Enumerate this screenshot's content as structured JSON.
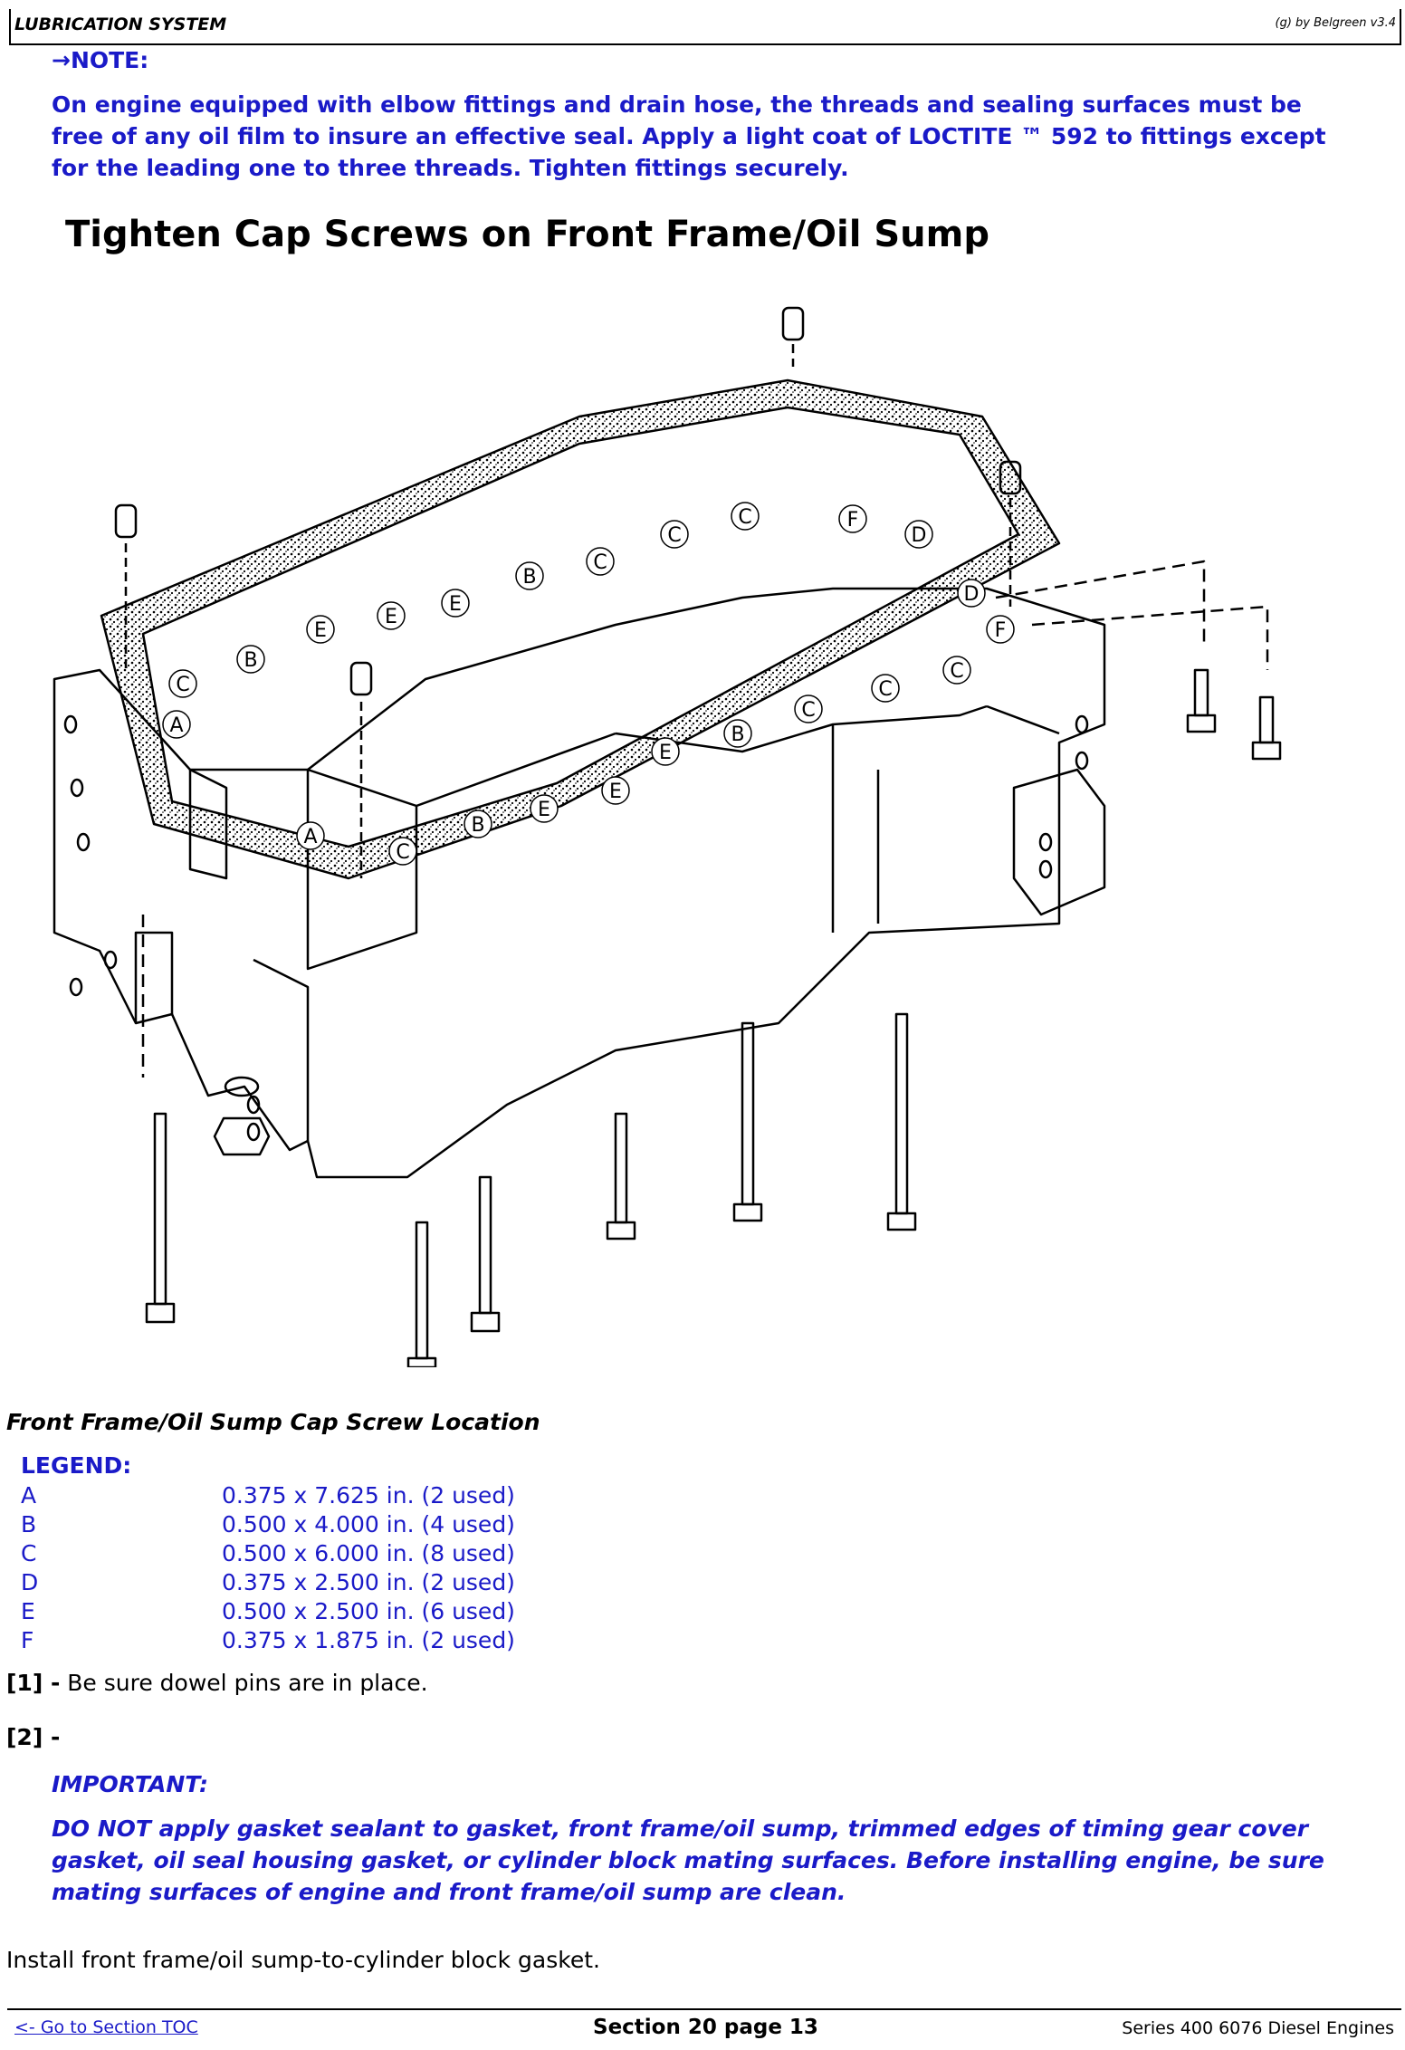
{
  "header": {
    "title": "LUBRICATION SYSTEM",
    "credit": "(g) by Belgreen v3.4"
  },
  "note": {
    "label": "→NOTE:",
    "text": "On engine equipped with elbow fittings and drain hose, the threads and sealing surfaces must be free of any oil film to insure an effective seal. Apply a light coat of LOCTITE ™ 592 to fittings except for the leading one to three threads. Tighten fittings securely."
  },
  "figure": {
    "title": "Tighten Cap Screws on Front Frame/Oil Sump",
    "callouts": [
      "A",
      "B",
      "C",
      "D",
      "E",
      "F"
    ],
    "caption": "Front Frame/Oil Sump Cap Screw Location"
  },
  "legend": {
    "title": "LEGEND:",
    "items": [
      {
        "key": "A",
        "value": "0.375 x 7.625 in. (2 used)"
      },
      {
        "key": "B",
        "value": "0.500 x 4.000 in. (4 used)"
      },
      {
        "key": "C",
        "value": "0.500 x 6.000 in. (8 used)"
      },
      {
        "key": "D",
        "value": "0.375 x 2.500 in. (2 used)"
      },
      {
        "key": "E",
        "value": "0.500 x 2.500 in. (6 used)"
      },
      {
        "key": "F",
        "value": "0.375 x 1.875 in. (2 used)"
      }
    ]
  },
  "steps": {
    "step1_num": "[1] -",
    "step1_text": "Be sure dowel pins are in place.",
    "step2_num": "[2] -",
    "important_label": "IMPORTANT:",
    "important_text": "DO NOT apply gasket sealant to gasket, front frame/oil sump, trimmed edges of timing gear cover gasket, oil seal housing gasket, or cylinder block mating surfaces. Before installing engine, be sure mating surfaces of engine and front frame/oil sump are clean.",
    "install_text": "Install front frame/oil sump-to-cylinder block gasket."
  },
  "footer": {
    "toc_link": "<- Go to Section TOC",
    "page": "Section 20 page 13",
    "doc": "Series 400 6076 Diesel Engines"
  }
}
